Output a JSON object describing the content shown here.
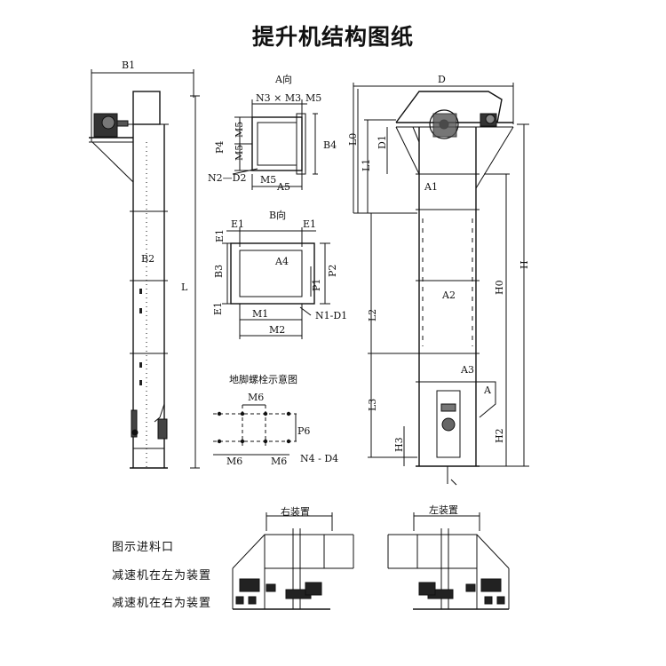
{
  "title": "提升机结构图纸",
  "views": {
    "a_view": "A向",
    "b_view": "B向",
    "anchor_bolt": "地脚螺栓示意图",
    "right_install": "右装置",
    "left_install": "左装置"
  },
  "notes": {
    "n1": "图示进料口",
    "n2": "减速机在左为装置",
    "n3": "减速机在右为装置"
  },
  "dims": {
    "B1": "B1",
    "B2": "B2",
    "B3": "B3",
    "B4": "B4",
    "L": "L",
    "N3M3": "N3 × M3",
    "M5": "M5",
    "P4": "P4",
    "A5": "A5",
    "N2D2": "N2—D2",
    "E1": "E1",
    "A4": "A4",
    "P1": "P1",
    "P2": "P2",
    "M1": "M1",
    "M2": "M2",
    "N1D1": "N1-D1",
    "M6": "M6",
    "P6": "P6",
    "N4D4": "N4 - D4",
    "D": "D",
    "L0": "L0",
    "D1": "D1",
    "L1": "L1",
    "A1": "A1",
    "A2": "A2",
    "A3": "A3",
    "H": "H",
    "H0": "H0",
    "H2": "H2",
    "H3": "H3",
    "L2": "L2",
    "L3": "L3",
    "A": "A"
  }
}
